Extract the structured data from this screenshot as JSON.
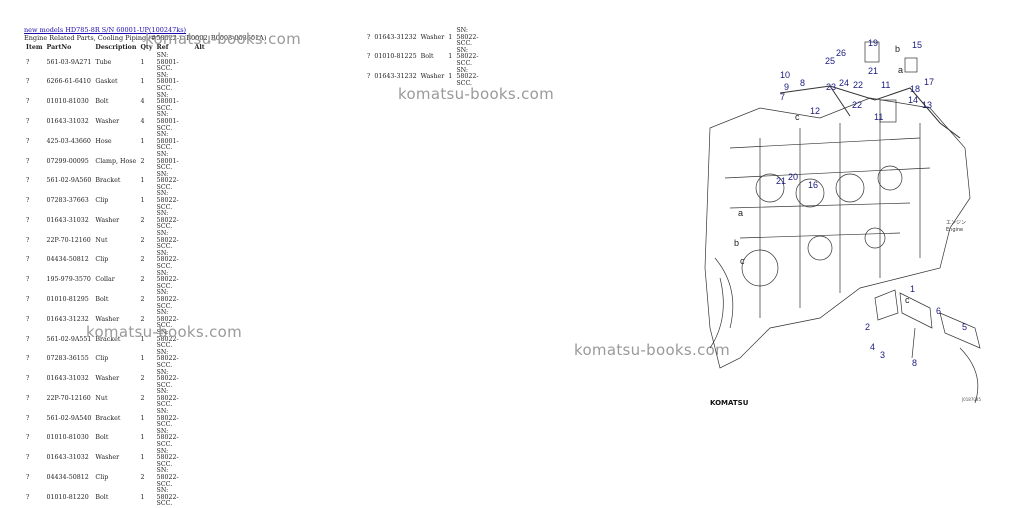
{
  "header": {
    "link": "new models HD785-8R S/N 60001-UP(100247ks)",
    "subtitle": "Engine Related Parts, Cooling Piping (#58022-) (B0002_B0003-003601A)"
  },
  "table_headers": [
    "Item",
    "PartNo",
    "Description",
    "Qty",
    "Ref",
    "Alt"
  ],
  "table_left": [
    {
      "item": "?",
      "part": "561-03-9A271",
      "desc": "Tube",
      "qty": "1",
      "ref": "SN: 58001-SCC."
    },
    {
      "item": "?",
      "part": "6266-61-6410",
      "desc": "Gasket",
      "qty": "1",
      "ref": "SN: 58001-SCC."
    },
    {
      "item": "?",
      "part": "01010-81030",
      "desc": "Bolt",
      "qty": "4",
      "ref": "SN: 58001-SCC."
    },
    {
      "item": "?",
      "part": "01643-31032",
      "desc": "Washer",
      "qty": "4",
      "ref": "SN: 58001-SCC."
    },
    {
      "item": "?",
      "part": "425-03-43660",
      "desc": "Hose",
      "qty": "1",
      "ref": "SN: 58001-SCC."
    },
    {
      "item": "?",
      "part": "07299-00095",
      "desc": "Clamp, Hose",
      "qty": "2",
      "ref": "SN: 58001-SCC."
    },
    {
      "item": "?",
      "part": "561-02-9A560",
      "desc": "Bracket",
      "qty": "1",
      "ref": "SN: 58022-SCC."
    },
    {
      "item": "?",
      "part": "07283-37663",
      "desc": "Clip",
      "qty": "1",
      "ref": "SN: 58022-SCC."
    },
    {
      "item": "?",
      "part": "01643-31032",
      "desc": "Washer",
      "qty": "2",
      "ref": "SN: 58022-SCC."
    },
    {
      "item": "?",
      "part": "22P-70-12160",
      "desc": "Nut",
      "qty": "2",
      "ref": "SN: 58022-SCC."
    },
    {
      "item": "?",
      "part": "04434-50812",
      "desc": "Clip",
      "qty": "2",
      "ref": "SN: 58022-SCC."
    },
    {
      "item": "?",
      "part": "195-979-3570",
      "desc": "Collar",
      "qty": "2",
      "ref": "SN: 58022-SCC."
    },
    {
      "item": "?",
      "part": "01010-81295",
      "desc": "Bolt",
      "qty": "2",
      "ref": "SN: 58022-SCC."
    },
    {
      "item": "?",
      "part": "01643-31232",
      "desc": "Washer",
      "qty": "2",
      "ref": "SN: 58022-SCC."
    },
    {
      "item": "?",
      "part": "561-02-9A551",
      "desc": "Bracket",
      "qty": "1",
      "ref": "SN: 58022-SCC."
    },
    {
      "item": "?",
      "part": "07283-36155",
      "desc": "Clip",
      "qty": "1",
      "ref": "SN: 58022-SCC."
    },
    {
      "item": "?",
      "part": "01643-31032",
      "desc": "Washer",
      "qty": "2",
      "ref": "SN: 58022-SCC."
    },
    {
      "item": "?",
      "part": "22P-70-12160",
      "desc": "Nut",
      "qty": "2",
      "ref": "SN: 58022-SCC."
    },
    {
      "item": "?",
      "part": "561-02-9A540",
      "desc": "Bracket",
      "qty": "1",
      "ref": "SN: 58022-SCC."
    },
    {
      "item": "?",
      "part": "01010-81030",
      "desc": "Bolt",
      "qty": "1",
      "ref": "SN: 58022-SCC."
    },
    {
      "item": "?",
      "part": "01643-31032",
      "desc": "Washer",
      "qty": "1",
      "ref": "SN: 58022-SCC."
    },
    {
      "item": "?",
      "part": "04434-50812",
      "desc": "Clip",
      "qty": "2",
      "ref": "SN: 58022-SCC."
    },
    {
      "item": "?",
      "part": "01010-81220",
      "desc": "Bolt",
      "qty": "1",
      "ref": "SN: 58022-SCC."
    }
  ],
  "table_right": [
    {
      "item": "?",
      "part": "01643-31232",
      "desc": "Washer",
      "qty": "1",
      "ref": "SN: 58022-SCC."
    },
    {
      "item": "?",
      "part": "01010-81225",
      "desc": "Bolt",
      "qty": "1",
      "ref": "SN: 58022-SCC."
    },
    {
      "item": "?",
      "part": "01643-31232",
      "desc": "Washer",
      "qty": "1",
      "ref": "SN: 58022-SCC."
    }
  ],
  "watermark": "komatsu-books.com",
  "diagram": {
    "brand": "KOMATSU",
    "engine_label_jp": "エンジン",
    "engine_label": "Engine",
    "drawing_code": "J0187085",
    "callouts": [
      "1",
      "2",
      "3",
      "4",
      "5",
      "6",
      "7",
      "8",
      "9",
      "10",
      "11",
      "12",
      "13",
      "14",
      "15",
      "16",
      "17",
      "18",
      "19",
      "20",
      "21",
      "22",
      "23",
      "24",
      "25",
      "26",
      "11",
      "22",
      "a",
      "b",
      "c",
      "a",
      "b",
      "c"
    ]
  }
}
